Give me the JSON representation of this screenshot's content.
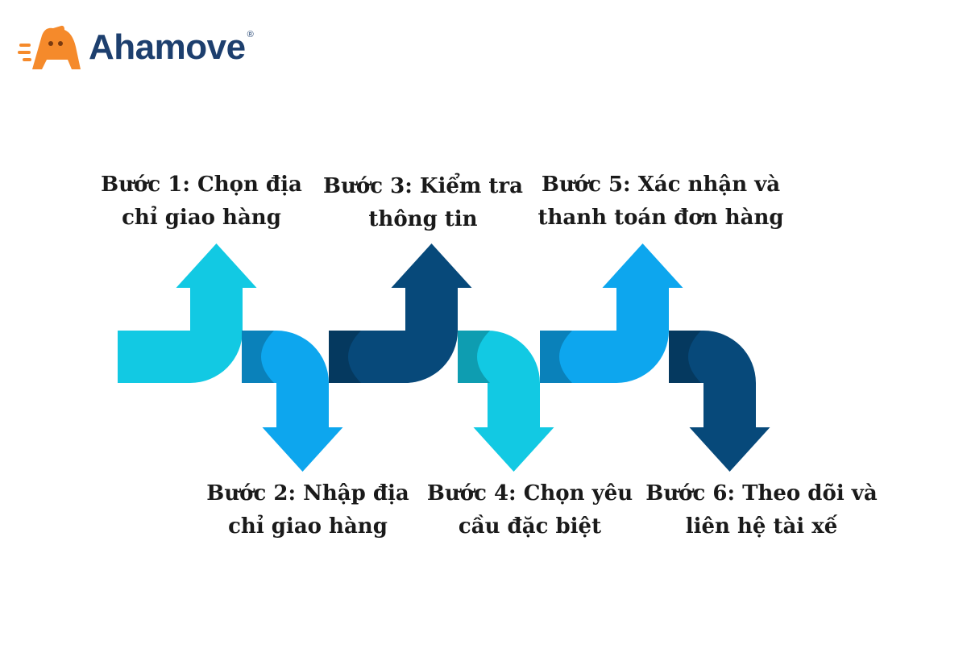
{
  "brand": {
    "name": "Ahamove",
    "registered_mark": "®",
    "logo_icon": "mascot-speed-icon",
    "colors": {
      "orange": "#f58a2b",
      "navy": "#1d3f6e"
    }
  },
  "steps": [
    {
      "label": "Bước 1: Chọn địa\nchỉ giao hàng",
      "direction": "up",
      "color": "#12c9e3"
    },
    {
      "label": "Bước 2: Nhập địa\nchỉ giao hàng",
      "direction": "down",
      "color": "#0da6ee"
    },
    {
      "label": "Bước 3: Kiểm tra\nthông tin",
      "direction": "up",
      "color": "#07497a"
    },
    {
      "label": "Bước 4: Chọn yêu\ncầu đặc biệt",
      "direction": "down",
      "color": "#12c9e3"
    },
    {
      "label": "Bước 5:  Xác nhận và\nthanh toán đơn hàng",
      "direction": "up",
      "color": "#0da6ee"
    },
    {
      "label": "Bước 6: Theo dõi và\nliên hệ tài xế",
      "direction": "down",
      "color": "#07497a"
    }
  ]
}
